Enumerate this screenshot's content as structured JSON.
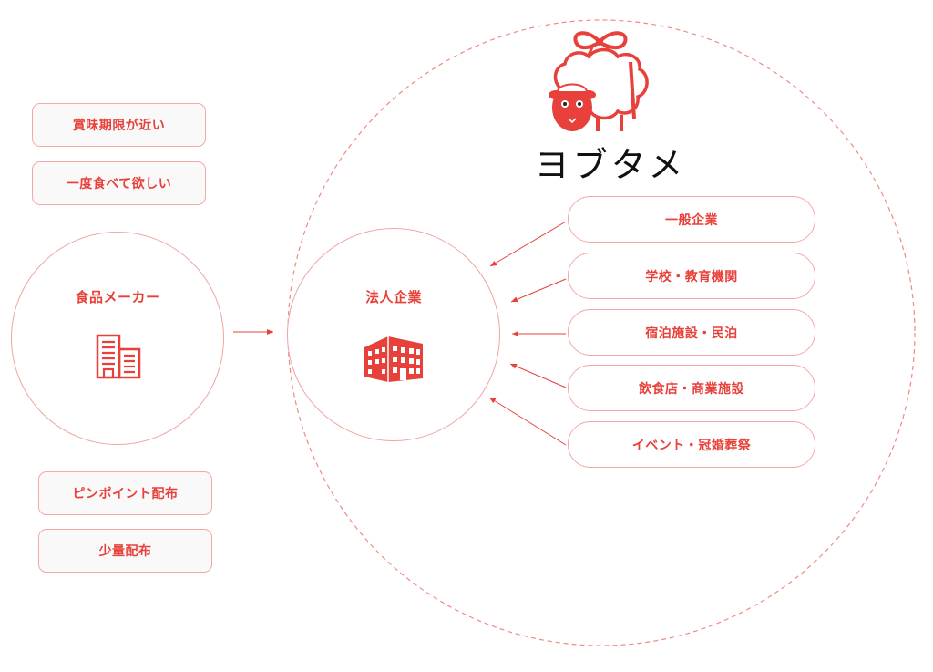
{
  "brand": {
    "name": "ヨブタメ",
    "accent_color": "#e8403a",
    "logo_icon": "sheep-with-ribbon-logo"
  },
  "manufacturer": {
    "label": "食品メーカー",
    "icon": "office-building-outline-icon",
    "reasons": [
      "賞味期限が近い",
      "一度食べて欲しい"
    ],
    "features": [
      "ピンポイント配布",
      "少量配布"
    ]
  },
  "hub": {
    "label": "法人企業",
    "icon": "corporate-building-icon"
  },
  "targets": [
    "一般企業",
    "学校・教育機関",
    "宿泊施設・民泊",
    "飲食店・商業施設",
    "イベント・冠婚葬祭"
  ]
}
